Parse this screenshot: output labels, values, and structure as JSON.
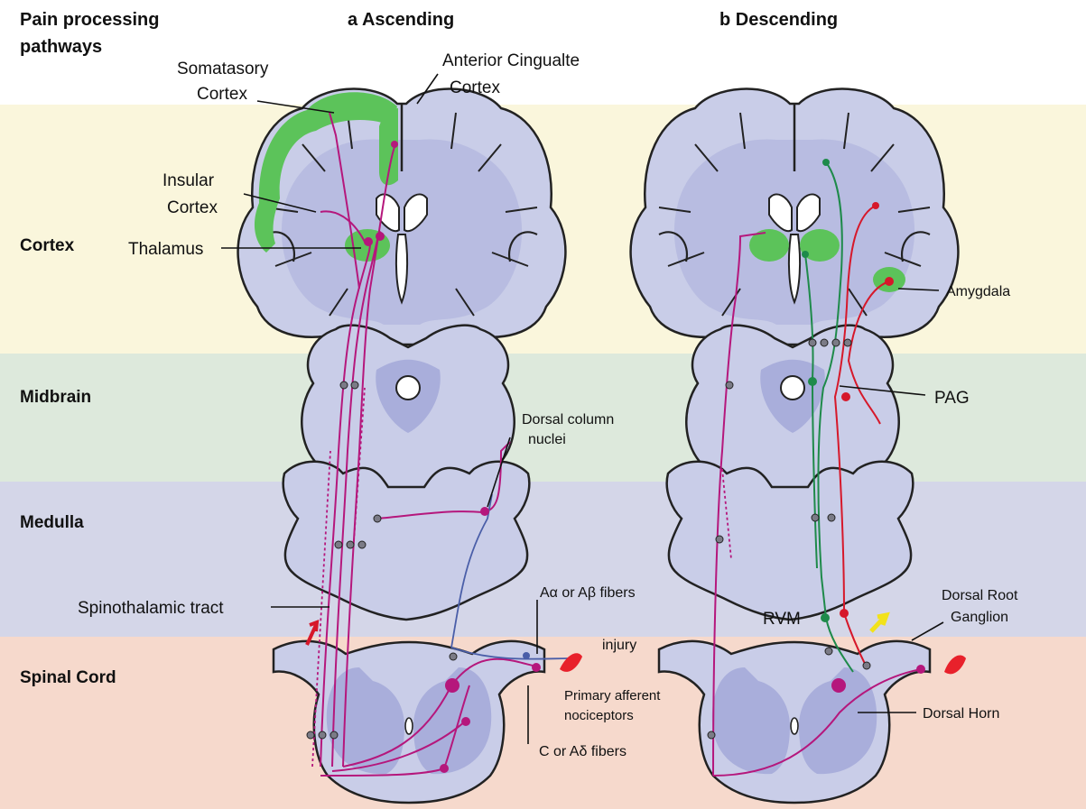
{
  "figure": {
    "title_line1": "Pain processing",
    "title_line2": "pathways",
    "panel_a": "a  Ascending",
    "panel_b": "b  Descending"
  },
  "bands": [
    {
      "label": "Cortex",
      "color": "#faf6dc"
    },
    {
      "label": "Midbrain",
      "color": "#dde9dc"
    },
    {
      "label": "Medulla",
      "color": "#d4d6e8"
    },
    {
      "label": "Spinal Cord",
      "color": "#f6d9cc"
    }
  ],
  "labels_a": {
    "somatosensory_1": "Somatasory",
    "somatosensory_2": "Cortex",
    "acc_1": "Anterior Cingualte",
    "acc_2": "Cortex",
    "insular_1": "Insular",
    "insular_2": "Cortex",
    "thalamus": "Thalamus",
    "dcn_1": "Dorsal column",
    "dcn_2": "nuclei",
    "stt": "Spinothalamic tract",
    "a_fibers": "Aα or Aβ fibers",
    "injury": "injury",
    "pan_1": "Primary afferent",
    "pan_2": "nociceptors",
    "c_fibers": "C or Aδ fibers"
  },
  "labels_b": {
    "amygdala": "Amygdala",
    "pag": "PAG",
    "rvm": "RVM",
    "drg_1": "Dorsal Root",
    "drg_2": "Ganglion",
    "dorsal_horn": "Dorsal Horn"
  },
  "colors": {
    "ascending_fibers": "#b5177c",
    "descending_green": "#1e8a4a",
    "descending_red": "#d6182a",
    "cortex_highlight": "#5cc35a",
    "injury_mark": "#e8212b",
    "arrow_yellow": "#f2e21a"
  }
}
